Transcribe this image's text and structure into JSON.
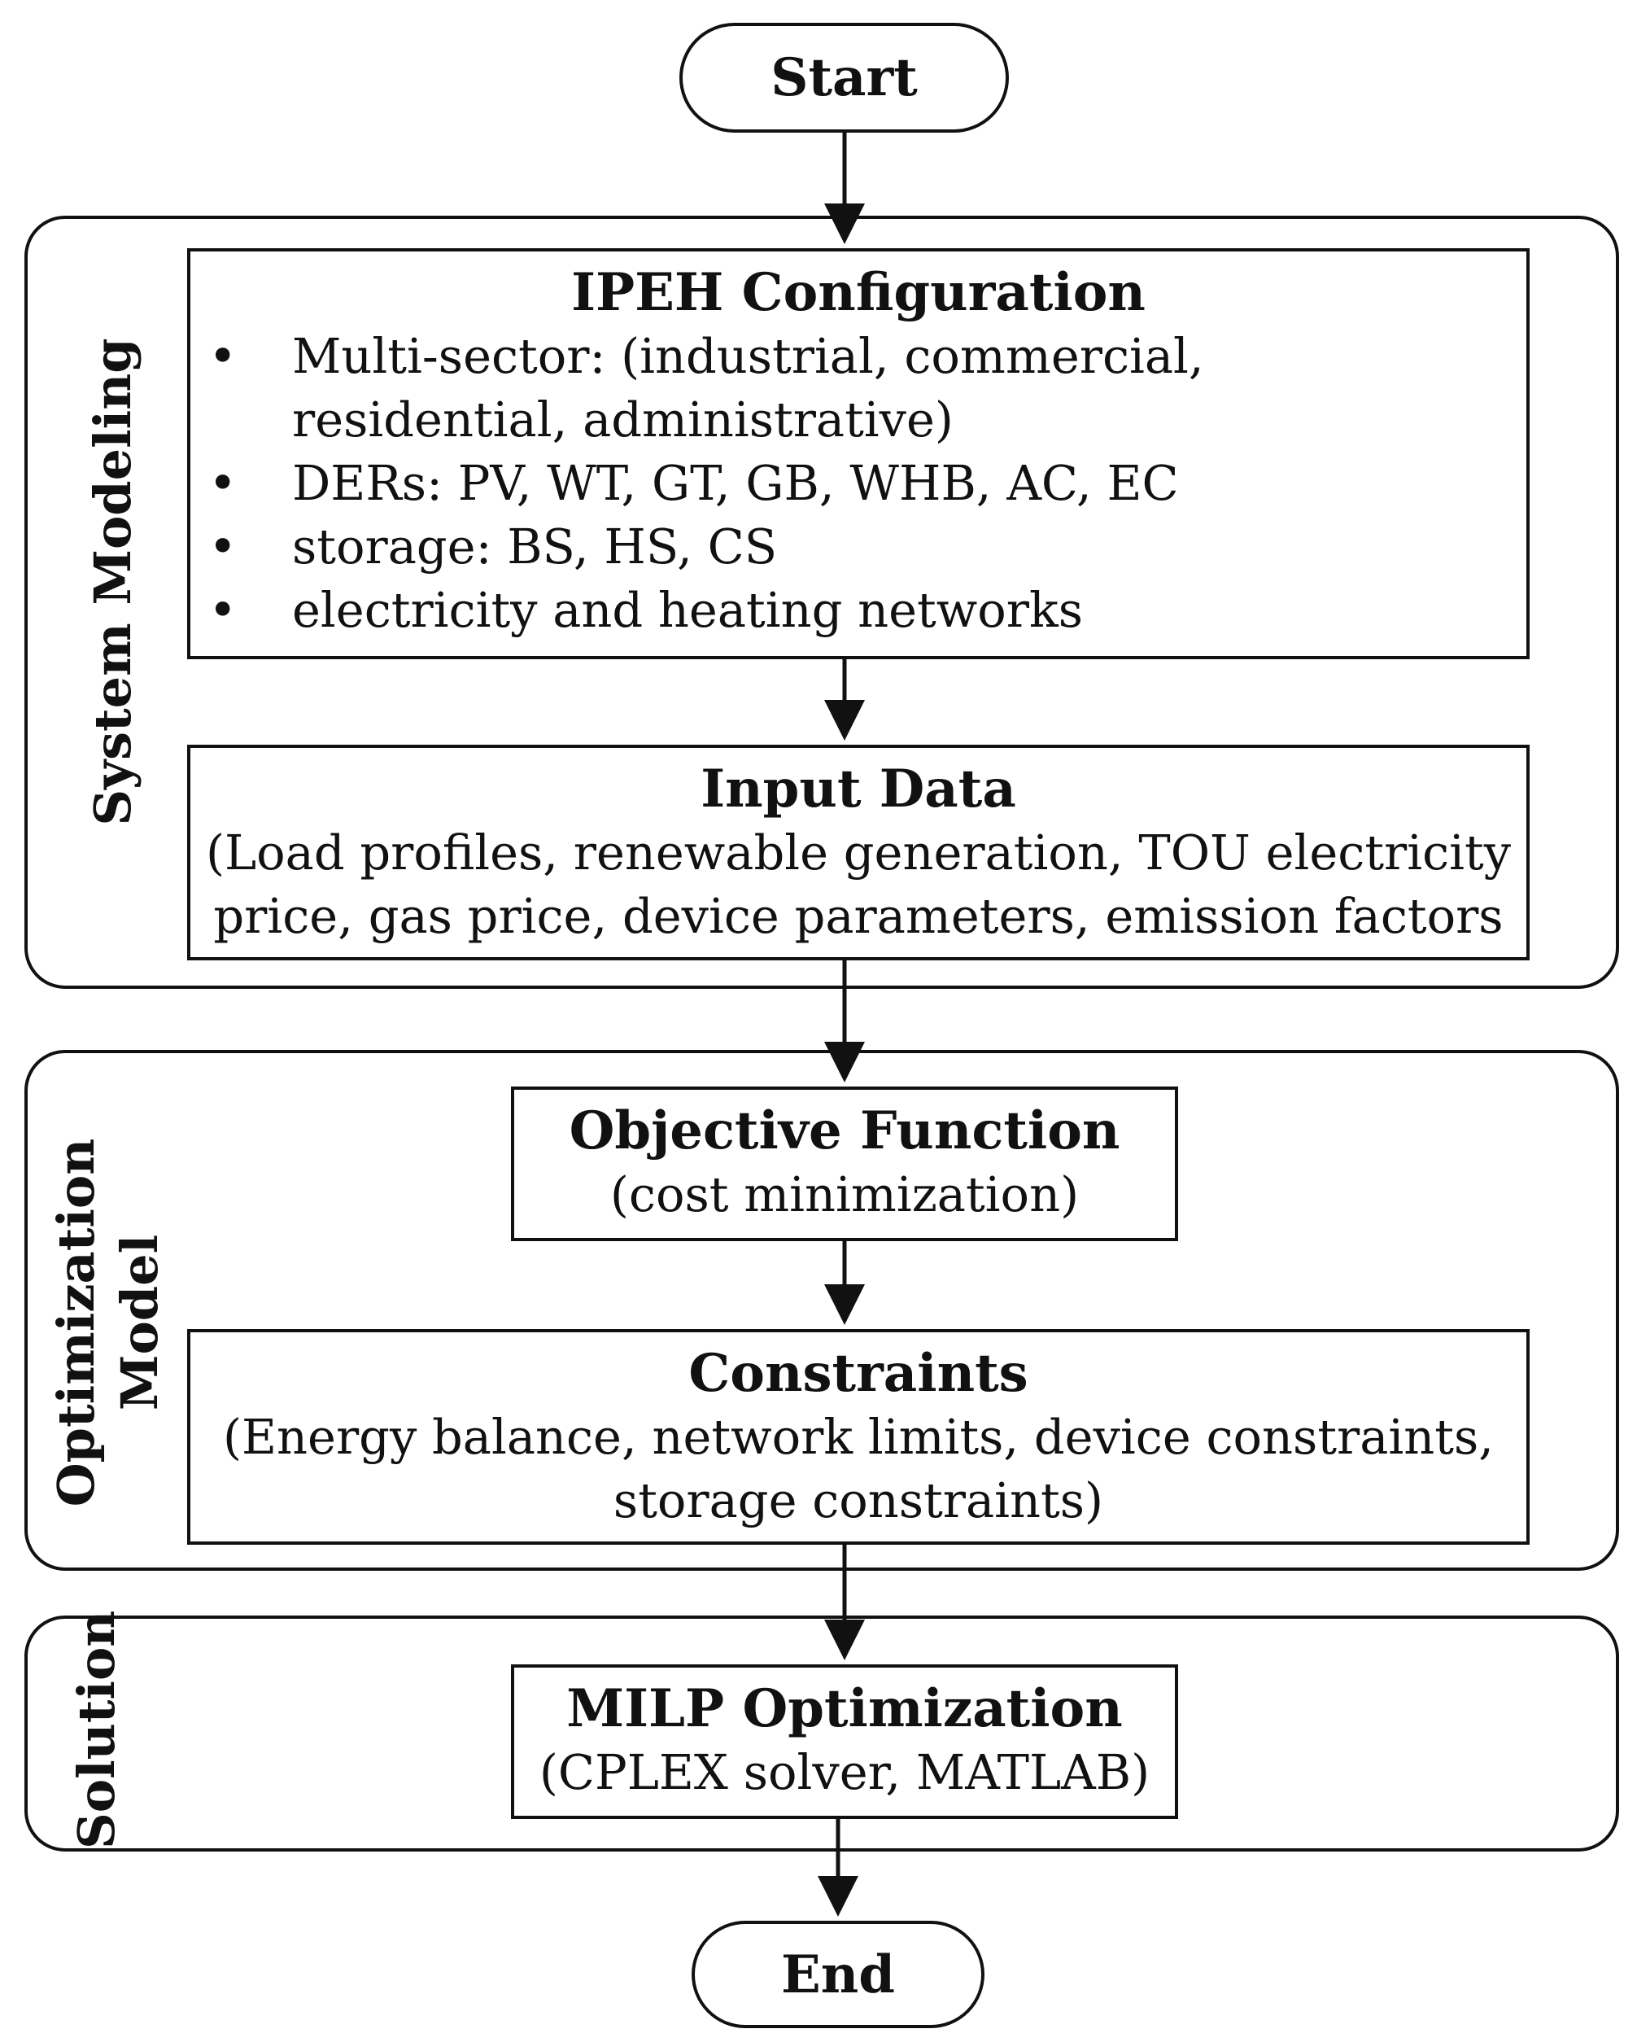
{
  "start": {
    "label": "Start"
  },
  "end": {
    "label": "End"
  },
  "groups": {
    "system_modeling": {
      "label": "System Modeling"
    },
    "optimization_model": {
      "label_line1": "Optimization",
      "label_line2": "Model"
    },
    "solution": {
      "label": "Solution"
    }
  },
  "boxes": {
    "ipeh": {
      "title": "IPEH Configuration",
      "bullets": [
        "Multi-sector:  (industrial, commercial, residential, administrative)",
        "DERs: PV, WT, GT, GB, WHB, AC, EC",
        "storage: BS, HS, CS",
        "electricity and heating networks"
      ]
    },
    "input_data": {
      "title": "Input Data",
      "line1": "(Load profiles, renewable generation, TOU electricity",
      "line2": "price, gas price, device parameters, emission factors"
    },
    "objective": {
      "title": "Objective Function",
      "line1": "(cost minimization)"
    },
    "constraints": {
      "title": "Constraints",
      "line1": "(Energy balance, network limits, device constraints,",
      "line2": "storage constraints)"
    },
    "milp": {
      "title": "MILP Optimization",
      "line1": "(CPLEX solver, MATLAB)"
    }
  },
  "colors": {
    "stroke": "#111111",
    "background": "#ffffff"
  }
}
